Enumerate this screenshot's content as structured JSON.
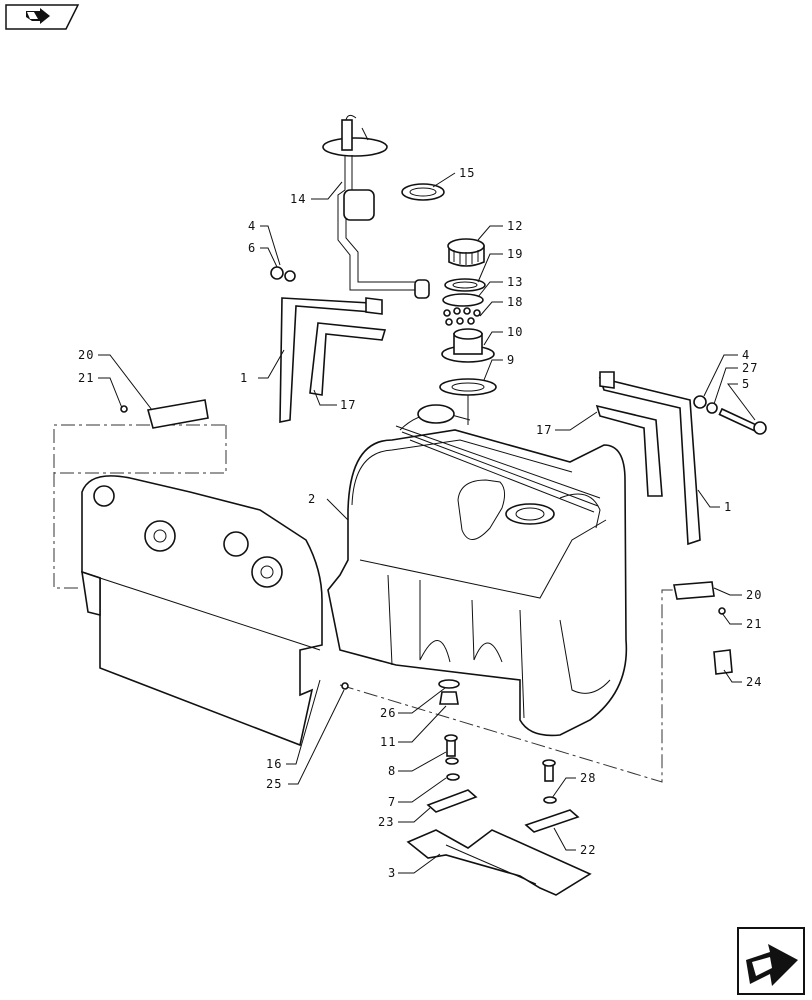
{
  "toolbar": {
    "back_icon": "back-arrow-icon"
  },
  "footer": {
    "nav_icon": "next-page-arrow-icon"
  },
  "callouts": [
    "1",
    "1",
    "2",
    "3",
    "4",
    "4",
    "5",
    "6",
    "7",
    "8",
    "9",
    "10",
    "11",
    "12",
    "13",
    "14",
    "15",
    "16",
    "17",
    "17",
    "18",
    "19",
    "20",
    "20",
    "21",
    "21",
    "22",
    "23",
    "24",
    "25",
    "26",
    "27",
    "28"
  ]
}
